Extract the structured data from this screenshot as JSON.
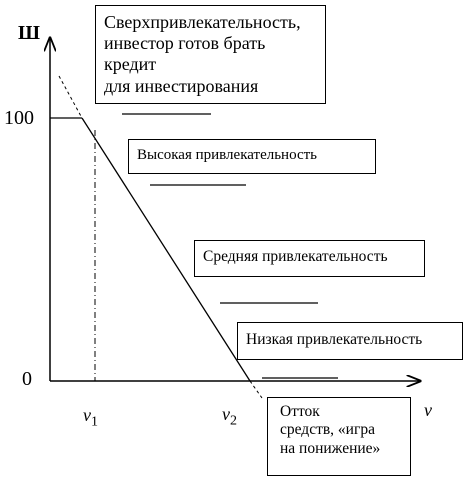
{
  "axes": {
    "y_label": "Ш",
    "x_label": "v",
    "y_tick_top": "100",
    "y_tick_zero": "0",
    "x_tick_1": "v",
    "x_tick_1_sub": "1",
    "x_tick_2": "v",
    "x_tick_2_sub": "2"
  },
  "zones": {
    "super": {
      "line1": "Сверхпривлекательность,",
      "line2": "инвестор готов брать кредит",
      "line3": "для инвестирования"
    },
    "high": "Высокая привлекательность",
    "medium": "Средняя привлекательность",
    "low": "Низкая привлекательность",
    "outflow": {
      "line1": "Отток",
      "line2": "средств, «игра",
      "line3": "на понижение»"
    }
  }
}
